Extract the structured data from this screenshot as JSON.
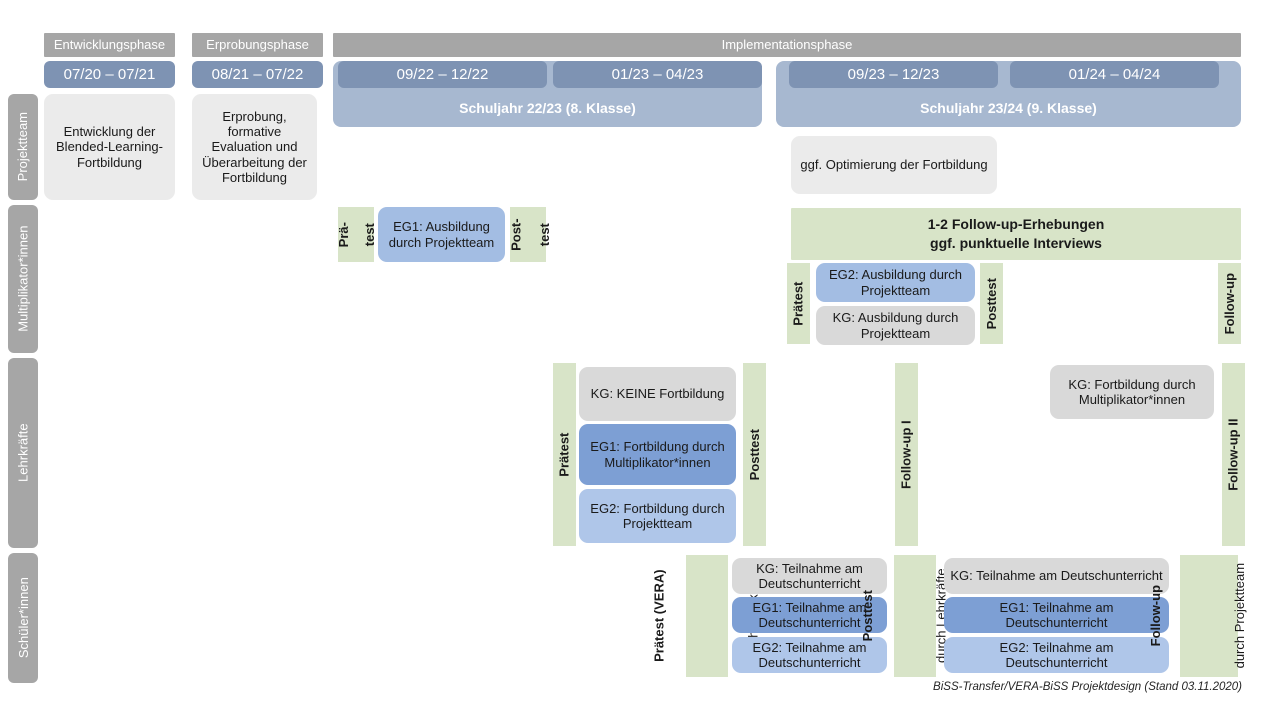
{
  "diagram": {
    "title": "BiSS-Transfer/VERA-BiSS Projektdesign",
    "footer": "BiSS-Transfer/VERA-BiSS Projektdesign (Stand 03.11.2020)"
  },
  "colors": {
    "phase_header": "#a6a6a6",
    "period_chip": "#7e93b3",
    "school_year_band": "#a7b8d0",
    "green_measure": "#d8e4c8",
    "grey_light": "#ebebeb",
    "grey_medium": "#d9d9d9",
    "blue_dark": "#7d9fd4",
    "blue_mid": "#a3bde3",
    "blue_light": "#afc6e9"
  },
  "phases": [
    {
      "label": "Entwicklungsphase"
    },
    {
      "label": "Erprobungsphase"
    },
    {
      "label": "Implementationsphase"
    }
  ],
  "periods": [
    {
      "label": "07/20 – 07/21"
    },
    {
      "label": "08/21 – 07/22"
    },
    {
      "label": "09/22 – 12/22"
    },
    {
      "label": "01/23 – 04/23"
    },
    {
      "label": "09/23 – 12/23"
    },
    {
      "label": "01/24 – 04/24"
    }
  ],
  "school_years": [
    {
      "label": "Schuljahr 22/23 (8. Klasse)"
    },
    {
      "label": "Schuljahr 23/24 (9. Klasse)"
    }
  ],
  "actors": [
    {
      "label": "Projektteam"
    },
    {
      "label": "Multiplikator*innen"
    },
    {
      "label": "Lehrkräfte"
    },
    {
      "label": "Schüler*innen"
    }
  ],
  "rows": {
    "projektteam": {
      "boxes": [
        {
          "text": "Entwicklung der Blended-Learning-Fortbildung",
          "style": "grey"
        },
        {
          "text": "Erprobung, formative Evaluation und Überarbeitung der Fortbildung",
          "style": "grey"
        },
        {
          "text": "ggf. Optimierung der Fortbildung",
          "style": "grey"
        }
      ]
    },
    "multiplikatorinnen": {
      "measures": [
        {
          "line1": "Prä-",
          "line2": "test"
        },
        {
          "line1": "Post-",
          "line2": "test"
        },
        {
          "line1": "Prätest",
          "line2": ""
        },
        {
          "line1": "Posttest",
          "line2": ""
        },
        {
          "line1": "Follow-up",
          "line2": ""
        }
      ],
      "banner": {
        "line1": "1-2 Follow-up-Erhebungen",
        "line2": "ggf. punktuelle Interviews"
      },
      "boxes": [
        {
          "text": "EG1: Ausbildung durch Projektteam",
          "style": "blue-mid"
        },
        {
          "text": "EG2: Ausbildung durch Projektteam",
          "style": "blue-mid"
        },
        {
          "text": "KG: Ausbildung durch Projektteam",
          "style": "greyd"
        }
      ]
    },
    "lehrkraefte": {
      "measures": [
        {
          "line1": "Prätest",
          "line2": ""
        },
        {
          "line1": "Posttest",
          "line2": ""
        },
        {
          "line1": "Follow-up I",
          "line2": ""
        },
        {
          "line1": "Follow-up II",
          "line2": ""
        }
      ],
      "boxes": [
        {
          "text": "KG:  KEINE Fortbildung",
          "style": "greyd"
        },
        {
          "text": "EG1: Fortbildung durch Multiplikator*innen",
          "style": "blue-dark"
        },
        {
          "text": "EG2: Fortbildung durch Projektteam",
          "style": "blue-light"
        },
        {
          "text": "KG: Fortbildung durch Multiplikator*innen",
          "style": "greyd"
        }
      ]
    },
    "schuelerinnen": {
      "measures": [
        {
          "line1": "Prätest (VERA)",
          "line2": "durch Lehrkräfte"
        },
        {
          "line1": "Posttest",
          "line2": "durch Lehrkräfte"
        },
        {
          "line1": "Follow-up",
          "line2": "durch Projektteam"
        }
      ],
      "boxes_left": [
        {
          "text": "KG: Teilnahme am Deutschunterricht",
          "style": "greyd"
        },
        {
          "text": "EG1: Teilnahme am Deutschunterricht",
          "style": "blue-dark"
        },
        {
          "text": "EG2: Teilnahme am Deutschunterricht",
          "style": "blue-light"
        }
      ],
      "boxes_right": [
        {
          "text": "KG: Teilnahme am Deutschunterricht",
          "style": "greyd"
        },
        {
          "text": "EG1: Teilnahme am Deutschunterricht",
          "style": "blue-dark"
        },
        {
          "text": "EG2: Teilnahme am Deutschunterricht",
          "style": "blue-light"
        }
      ]
    }
  }
}
